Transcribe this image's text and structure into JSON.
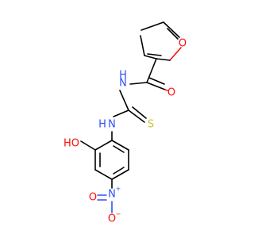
{
  "colors": {
    "bond": "#000000",
    "oxygen": "#ff0d0d",
    "nitrogen": "#3050f8",
    "sulfur": "#c8c832"
  },
  "atoms": {
    "furan_o": "O",
    "carbonyl_o": "O",
    "amide_nh": "N",
    "amide_h": "H",
    "thioamide_nh": "N",
    "thioamide_h": "H",
    "sulfur": "S",
    "hydroxyl": "HO",
    "nitro_n": "N",
    "nitro_n_charge": "+",
    "nitro_o_bottom": "O",
    "nitro_o_bottom_charge": "−",
    "nitro_o_left": "O"
  }
}
